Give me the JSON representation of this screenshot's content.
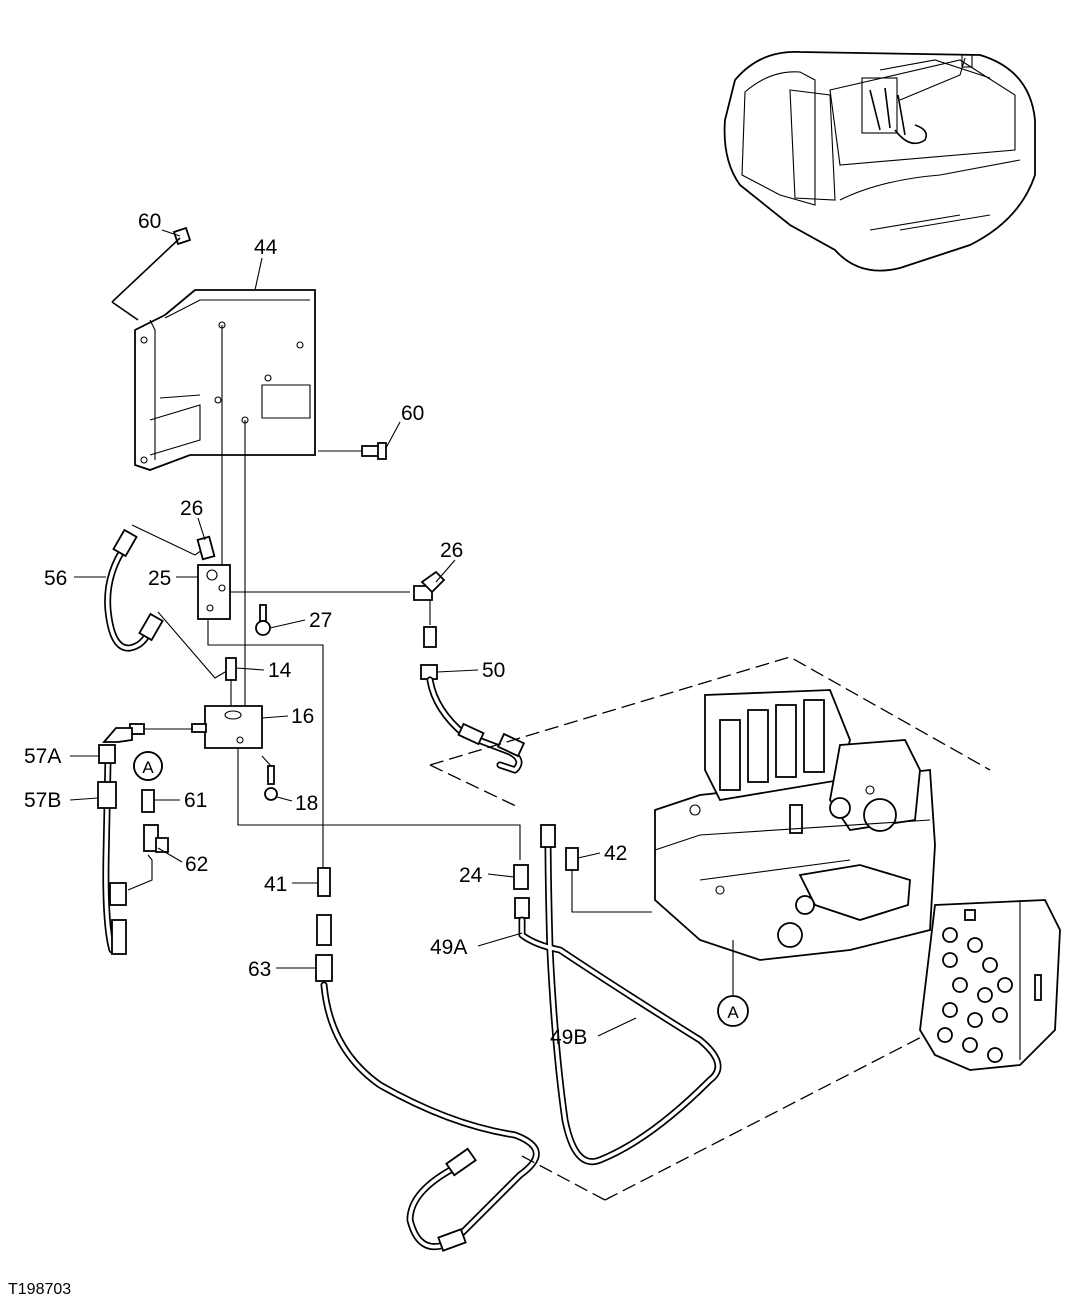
{
  "figure_code": "T198703",
  "callouts": {
    "c60a": "60",
    "c44": "44",
    "c60b": "60",
    "c26a": "26",
    "c25": "25",
    "c56": "56",
    "c26b": "26",
    "c27": "27",
    "c14": "14",
    "c50": "50",
    "c16": "16",
    "c57a": "57A",
    "c57b": "57B",
    "c61": "61",
    "c18": "18",
    "c62": "62",
    "c41": "41",
    "c24": "24",
    "c42": "42",
    "c49a": "49A",
    "c63": "63",
    "c49b": "49B"
  },
  "ref_markers": {
    "a_left": "A",
    "a_right": "A"
  }
}
